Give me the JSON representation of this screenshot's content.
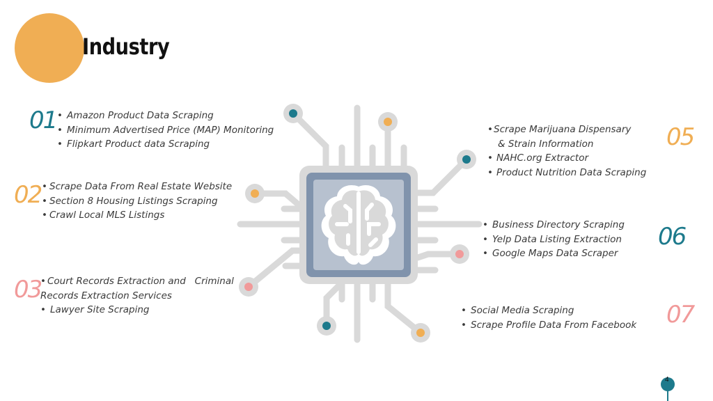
{
  "title": "Industry",
  "page_number": "4",
  "colors": {
    "accent_orange": "#F0AE54",
    "accent_teal": "#1D7A8C",
    "accent_pink": "#F19A9A",
    "chip_gray": "#D9D9D9",
    "chip_frame": "#8093AC"
  },
  "icon": "brain-chip-icon",
  "sections": [
    {
      "number": "01",
      "color": "#1D7A8C",
      "items": [
        "Amazon Product Data Scraping",
        "Minimum Advertised Price (MAP) Monitoring",
        "Flipkart Product data Scraping"
      ]
    },
    {
      "number": "02",
      "color": "#F0AE54",
      "items": [
        "Scrape Data From Real Estate Website",
        "Section 8 Housing Listings Scraping",
        "Crawl Local MLS Listings"
      ]
    },
    {
      "number": "03",
      "color": "#F19A9A",
      "items": [
        "Court Records Extraction and   Criminal",
        "Records Extraction Services",
        "Lawyer Site Scraping"
      ]
    },
    {
      "number": "05",
      "color": "#F0AE54",
      "items": [
        "Scrape Marijuana Dispensary",
        "& Strain Information",
        "NAHC.org Extractor",
        "Product Nutrition Data Scraping"
      ]
    },
    {
      "number": "06",
      "color": "#1D7A8C",
      "items": [
        "Business Directory Scraping",
        "Yelp Data Listing Extraction",
        "Google Maps Data Scraper"
      ]
    },
    {
      "number": "07",
      "color": "#F19A9A",
      "items": [
        "Social Media Scraping",
        "Scrape Profile Data From Facebook"
      ]
    }
  ]
}
